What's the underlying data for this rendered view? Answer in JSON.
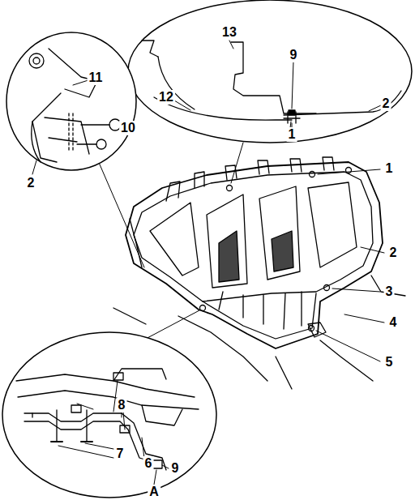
{
  "diagram": {
    "labels": [
      "13",
      "9",
      "11",
      "12",
      "2",
      "1",
      "10",
      "2",
      "1",
      "2",
      "3",
      "4",
      "5",
      "8",
      "7",
      "6",
      "9",
      "A"
    ]
  }
}
